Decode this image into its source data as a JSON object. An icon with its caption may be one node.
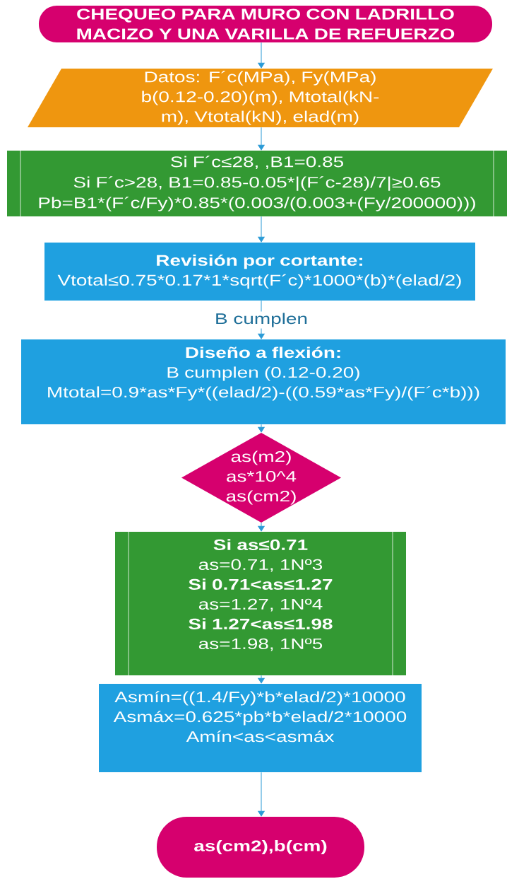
{
  "diagram": {
    "nodes": [
      {
        "text": [
          "CHEQUEO PARA MURO CON LADRILLO MACIZO Y UNA VARILLA DE REFUERZO"
        ]
      },
      {
        "text": [
          "Datos: F´c(MPa), Fy(MPa) b(0.12-0.20)(m), Mtotal(kN-m), Vtotal(kN), elad(m)"
        ]
      },
      {
        "text": [
          "Si F´c≤28, ,B1=0.85",
          "Si F´c>28, B1=0.85-0.05*|(F´c-28)/7|≥0.65",
          "Pb=B1*(F´c/Fy)*0.85*(0.003/(0.003+(Fy/200000)))"
        ]
      },
      {
        "text": [
          "Revisión por cortante:",
          "Vtotal≤0.75*0.17*1*sqrt(F´c)*1000*(b)*(elad/2)"
        ]
      },
      {
        "text": [
          "Diseño a flexión:",
          "B cumplen (0.12-0.20)",
          "Mtotal=0.9*as*Fy*((elad/2)-((0.59*as*Fy)/(F´c*b)))"
        ]
      },
      {
        "text": [
          "as(m2)",
          "as*10^4",
          "as(cm2)"
        ]
      },
      {
        "text": [
          "Si as≤0.71",
          "as=0.71, 1Nº3",
          "Si 0.71<as≤1.27",
          "as=1.27, 1Nº4",
          "Si 1.27<as≤1.98",
          "as=1.98, 1Nº5"
        ]
      },
      {
        "text": [
          "Asmín=((1.4/Fy)*b*elad/2)*10000",
          "Asmáx=0.625*pb*b*elad/2*10000",
          "Amín<as<asmáx"
        ]
      },
      {
        "text": [
          "as(cm2),b(cm)"
        ]
      }
    ],
    "edges": [
      {
        "from": 0,
        "to": 1,
        "arrow": "to"
      },
      {
        "from": 1,
        "to": 2,
        "arrow": "to"
      },
      {
        "from": 2,
        "to": 3,
        "arrow": "to"
      },
      {
        "from": 3,
        "to": 4,
        "arrow": "to",
        "label": "B cumplen"
      },
      {
        "from": 4,
        "to": 5,
        "arrow": "to"
      },
      {
        "from": 5,
        "to": 6,
        "arrow": "to"
      },
      {
        "from": 6,
        "to": 7,
        "arrow": "to"
      },
      {
        "from": 7,
        "to": 8,
        "arrow": "to"
      }
    ]
  }
}
